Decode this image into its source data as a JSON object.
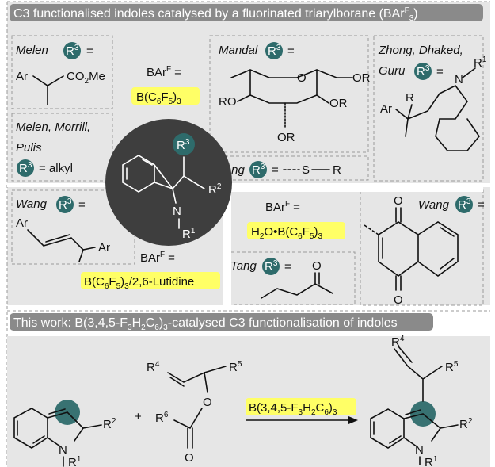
{
  "header": {
    "title": "C3 functionalised indoles catalysed by a fluorinated triarylborane (BAr",
    "title_sup": "F",
    "title_sub": "3",
    "title_end": ")"
  },
  "colors": {
    "header_bg": "#8a8a8a",
    "panel_bg": "#e6e6e6",
    "teal": "#2e6b6b",
    "dark_circle": "#3e3e3e",
    "highlight": "#ffff66",
    "dash": "#9a9a9a"
  },
  "labels": {
    "r3": "R",
    "r3_sup": "3",
    "eq": "=",
    "melen": "Melen",
    "melen_morrill": "Melen, Morrill,",
    "pulis": "Pulis",
    "alkyl": "= alkyl",
    "mandal": "Mandal",
    "zhong1": "Zhong, Dhaked,",
    "guru": "Guru",
    "tang": "Tang",
    "wang": "Wang",
    "ar": "Ar",
    "co2me": "CO",
    "co2me_sub": "2",
    "co2me_end": "Me",
    "or": "OR",
    "ro": "RO",
    "s": "S",
    "r": "R",
    "n": "N",
    "o": "O",
    "r1": "R",
    "r1_sup": "1",
    "r2": "R",
    "r2_sup": "2",
    "r4": "R",
    "r4_sup": "4",
    "r5": "R",
    "r5_sup": "5",
    "r6": "R",
    "r6_sup": "6",
    "plus": "+",
    "barf": "BAr",
    "barf_sup": "F",
    "barf_eq": "="
  },
  "catalysts": {
    "bc6f5": [
      "B(C",
      "6",
      "F",
      "5",
      ")",
      "3",
      ""
    ],
    "h2o": [
      "H",
      "2",
      "O•B(C",
      "6",
      "F",
      "5",
      ")",
      "3",
      ""
    ],
    "lutidine": [
      "B(C",
      "6",
      "F",
      "5",
      ")",
      "3",
      "/2,6-Lutidine"
    ]
  },
  "this_work": {
    "title_a": "This work: B(3,4,5-F",
    "title_b": "3",
    "title_c": "H",
    "title_d": "2",
    "title_e": "C",
    "title_f": "6",
    "title_g": ")",
    "title_h": "3",
    "title_i": "-catalysed C3 functionalisation of indoles",
    "catalyst": [
      "B(3,4,5-F",
      "3",
      "H",
      "2",
      "C",
      "6",
      ")",
      "3",
      ""
    ]
  }
}
